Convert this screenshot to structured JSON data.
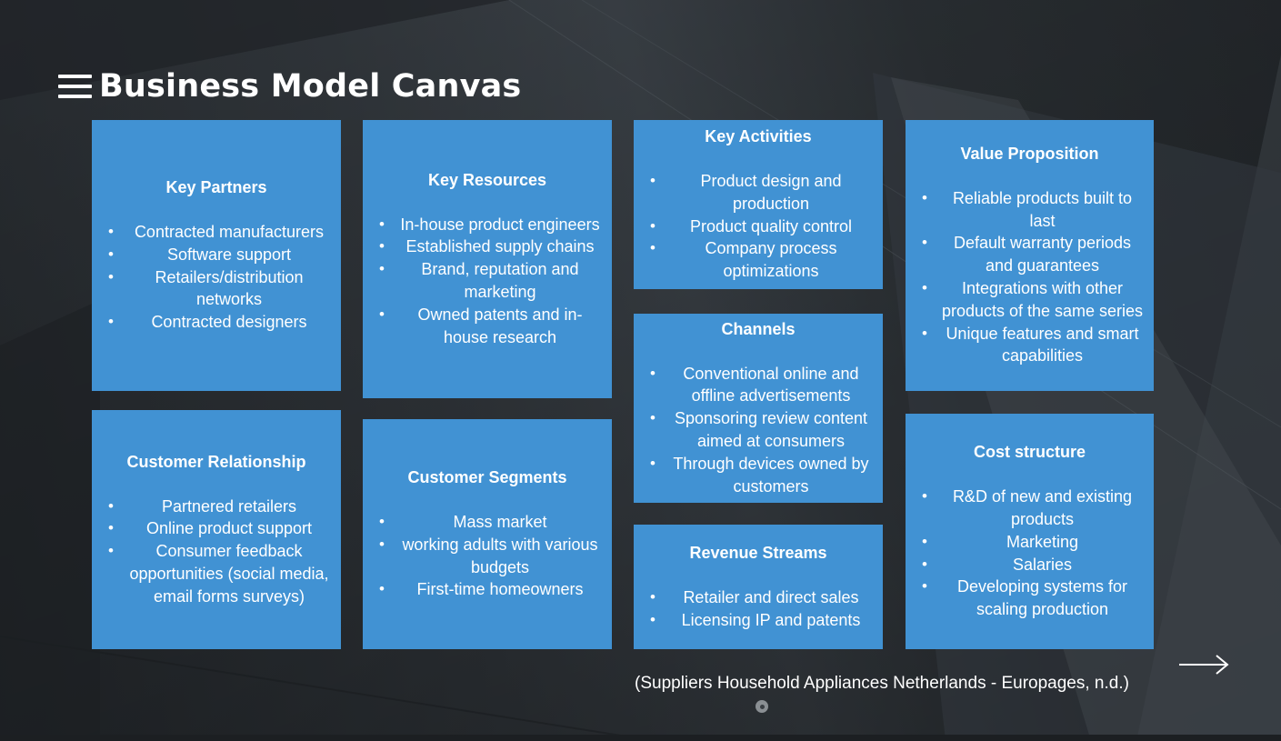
{
  "title": "Business Model Canvas",
  "icons": {
    "menu": "hamburger-menu-icon",
    "next": "right-arrow-icon"
  },
  "colors": {
    "box": "#4192d3",
    "text": "#ffffff",
    "background": "#2a2e32"
  },
  "boxes": {
    "key_partners": {
      "title": "Key Partners",
      "items": [
        "Contracted manufacturers",
        "Software support",
        "Retailers/distribution networks",
        "Contracted designers"
      ]
    },
    "key_resources": {
      "title": "Key Resources",
      "items": [
        "In-house product engineers",
        "Established supply chains",
        "Brand, reputation and marketing",
        "Owned patents and in-house research"
      ]
    },
    "key_activities": {
      "title": "Key Activities",
      "items": [
        "Product design and production",
        "Product quality control",
        "Company process optimizations"
      ]
    },
    "value_proposition": {
      "title": "Value Proposition",
      "items": [
        "Reliable products built to last",
        "Default warranty periods and guarantees",
        "Integrations with other products of the same series",
        "Unique features and smart capabilities"
      ]
    },
    "channels": {
      "title": "Channels",
      "items": [
        "Conventional online and offline advertisements",
        "Sponsoring review content aimed at consumers",
        "Through devices owned by customers"
      ]
    },
    "customer_relationship": {
      "title": "Customer Relationship",
      "items": [
        "Partnered retailers",
        "Online product support",
        "Consumer feedback opportunities (social media, email forms surveys)"
      ]
    },
    "customer_segments": {
      "title": "Customer Segments",
      "items": [
        "Mass market",
        "working adults with various budgets",
        "First-time homeowners"
      ]
    },
    "revenue_streams": {
      "title": "Revenue Streams",
      "items": [
        "Retailer and direct sales",
        "Licensing IP and patents"
      ]
    },
    "cost_structure": {
      "title": "Cost structure",
      "items": [
        "R&D of new and existing products",
        "Marketing",
        "Salaries",
        "Developing systems for scaling production"
      ]
    }
  },
  "citation": "(Suppliers Household Appliances Netherlands - Europages, n.d.)"
}
